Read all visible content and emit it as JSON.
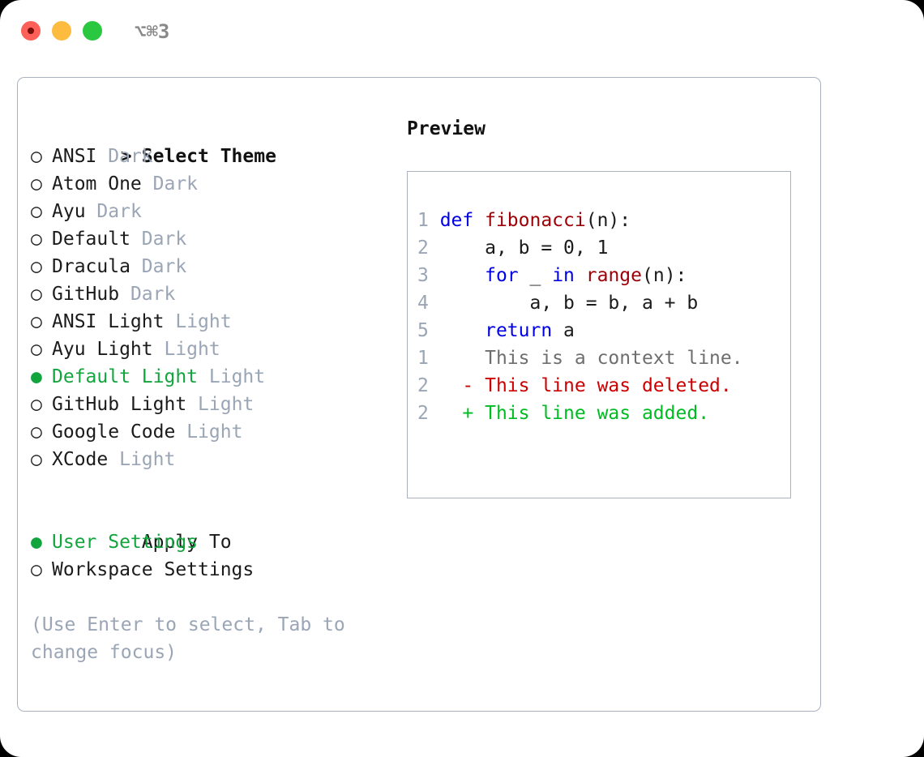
{
  "window": {
    "shortcut_label": "⌥⌘3",
    "traffic_lights": [
      {
        "name": "close",
        "color": "#fc6058"
      },
      {
        "name": "minimize",
        "color": "#fdbc40"
      },
      {
        "name": "maximize",
        "color": "#2ac840"
      }
    ]
  },
  "theme_selector": {
    "heading_marker": "> ",
    "heading": "Select Theme",
    "selected_marker": "● ",
    "unselected_marker": "○ ",
    "items": [
      {
        "name": "ANSI",
        "tag": "Dark",
        "selected": false
      },
      {
        "name": "Atom One",
        "tag": "Dark",
        "selected": false
      },
      {
        "name": "Ayu",
        "tag": "Dark",
        "selected": false
      },
      {
        "name": "Default",
        "tag": "Dark",
        "selected": false
      },
      {
        "name": "Dracula",
        "tag": "Dark",
        "selected": false
      },
      {
        "name": "GitHub",
        "tag": "Dark",
        "selected": false
      },
      {
        "name": "ANSI Light",
        "tag": "Light",
        "selected": false
      },
      {
        "name": "Ayu Light",
        "tag": "Light",
        "selected": false
      },
      {
        "name": "Default Light",
        "tag": "Light",
        "selected": true
      },
      {
        "name": "GitHub Light",
        "tag": "Light",
        "selected": false
      },
      {
        "name": "Google Code",
        "tag": "Light",
        "selected": false
      },
      {
        "name": "XCode",
        "tag": "Light",
        "selected": false
      }
    ]
  },
  "apply_to": {
    "heading": "Apply To",
    "items": [
      {
        "name": "User Settings",
        "selected": true
      },
      {
        "name": "Workspace Settings",
        "selected": false
      }
    ]
  },
  "hint": "(Use Enter to select, Tab to change focus)",
  "preview": {
    "title": "Preview",
    "code_lines": [
      {
        "number": "1",
        "tokens": [
          {
            "text": "def ",
            "kind": "kw"
          },
          {
            "text": "fibonacci",
            "kind": "fn"
          },
          {
            "text": "(n):",
            "kind": "plain"
          }
        ]
      },
      {
        "number": "2",
        "tokens": [
          {
            "text": "    a, b = 0, 1",
            "kind": "plain"
          }
        ]
      },
      {
        "number": "3",
        "tokens": [
          {
            "text": "    ",
            "kind": "plain"
          },
          {
            "text": "for",
            "kind": "kw"
          },
          {
            "text": " _ ",
            "kind": "plain"
          },
          {
            "text": "in",
            "kind": "kw"
          },
          {
            "text": " ",
            "kind": "plain"
          },
          {
            "text": "range",
            "kind": "fn"
          },
          {
            "text": "(n):",
            "kind": "plain"
          }
        ]
      },
      {
        "number": "4",
        "tokens": [
          {
            "text": "        a, b = b, a + b",
            "kind": "plain"
          }
        ]
      },
      {
        "number": "5",
        "tokens": [
          {
            "text": "    ",
            "kind": "plain"
          },
          {
            "text": "return",
            "kind": "kw"
          },
          {
            "text": " a",
            "kind": "plain"
          }
        ]
      }
    ],
    "diff_lines": [
      {
        "number": "1",
        "marker": " ",
        "text": "This is a context line.",
        "kind": "ctx"
      },
      {
        "number": "2",
        "marker": "-",
        "text": "This line was deleted.",
        "kind": "del"
      },
      {
        "number": "2",
        "marker": "+",
        "text": "This line was added.",
        "kind": "add"
      }
    ]
  },
  "colors": {
    "accent_green": "#12a53e",
    "muted": "#9aa5b5",
    "border": "#aab2bf",
    "keyword": "#0000e6",
    "function": "#9d0006",
    "diff_added": "#00bb22",
    "diff_deleted": "#cc0000",
    "diff_context": "#6e6e6e"
  }
}
